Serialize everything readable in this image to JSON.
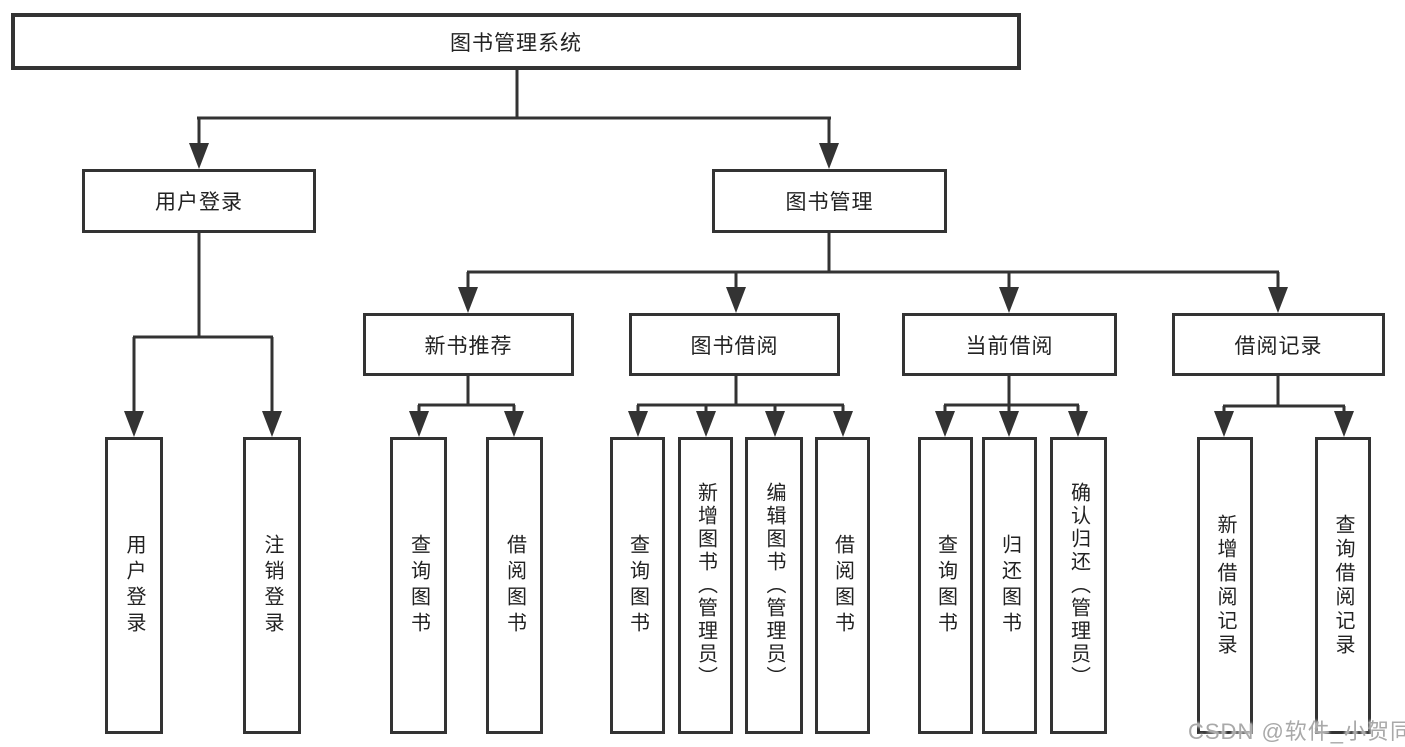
{
  "diagram": {
    "type": "tree-structure-diagram",
    "nodes": {
      "root": "图书管理系统",
      "user_login": "用户登录",
      "book_mgmt": "图书管理",
      "new_book_rec": "新书推荐",
      "book_borrow": "图书借阅",
      "current_borrow": "当前借阅",
      "borrow_record": "借阅记录",
      "ul_user_login": "用户登录",
      "ul_logout": "注销登录",
      "nr_query_book": "查询图书",
      "nr_borrow_book": "借阅图书",
      "bb_query_book": "查询图书",
      "bb_add_book": "新增图书（管理员）",
      "bb_edit_book": "编辑图书（管理员）",
      "bb_borrow_book": "借阅图书",
      "cb_query_book": "查询图书",
      "cb_return_book": "归还图书",
      "cb_confirm_return": "确认归还（管理员）",
      "br_add_record": "新增借阅记录",
      "br_query_record": "查询借阅记录"
    },
    "edges": [
      "root>user_login",
      "root>book_mgmt",
      "user_login>ul_user_login",
      "user_login>ul_logout",
      "book_mgmt>new_book_rec",
      "book_mgmt>book_borrow",
      "book_mgmt>current_borrow",
      "book_mgmt>borrow_record",
      "new_book_rec>nr_query_book",
      "new_book_rec>nr_borrow_book",
      "book_borrow>bb_query_book",
      "book_borrow>bb_add_book",
      "book_borrow>bb_edit_book",
      "book_borrow>bb_borrow_book",
      "current_borrow>cb_query_book",
      "current_borrow>cb_return_book",
      "current_borrow>cb_confirm_return",
      "borrow_record>br_add_record",
      "borrow_record>br_query_record"
    ],
    "colors": {
      "line": "#333333",
      "text": "#222222",
      "background": "#ffffff",
      "watermark": "#a9a9a9"
    }
  },
  "watermark": {
    "text": "CSDN @软件_小贺同学"
  }
}
